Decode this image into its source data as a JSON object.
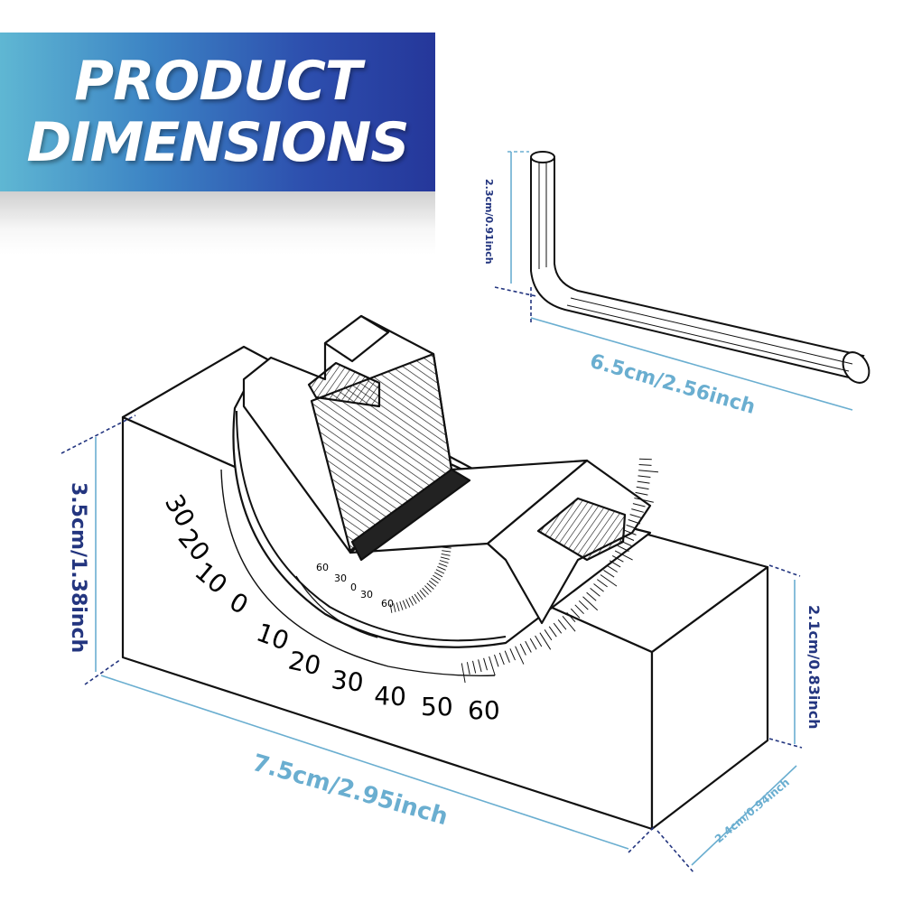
{
  "banner": {
    "line1": "PRODUCT",
    "line2": "DIMENSIONS"
  },
  "dimensions": {
    "wrench_height": "2.3cm/0.91inch",
    "wrench_length": "6.5cm/2.56inch",
    "block_height": "3.5cm/1.38inch",
    "block_length": "7.5cm/2.95inch",
    "block_side_height": "2.1cm/0.83inch",
    "block_depth": "2.4cm/0.94inch"
  },
  "outer_scale": [
    "30",
    "20",
    "10",
    "0",
    "10",
    "20",
    "30",
    "40",
    "50",
    "60"
  ],
  "inner_scale": [
    "60",
    "30",
    "0",
    "30",
    "60"
  ],
  "colors": {
    "banner_start": "#5fb7d3",
    "banner_end": "#25379a",
    "dim_light": "#6aaed0",
    "dim_dark": "#23357f"
  }
}
